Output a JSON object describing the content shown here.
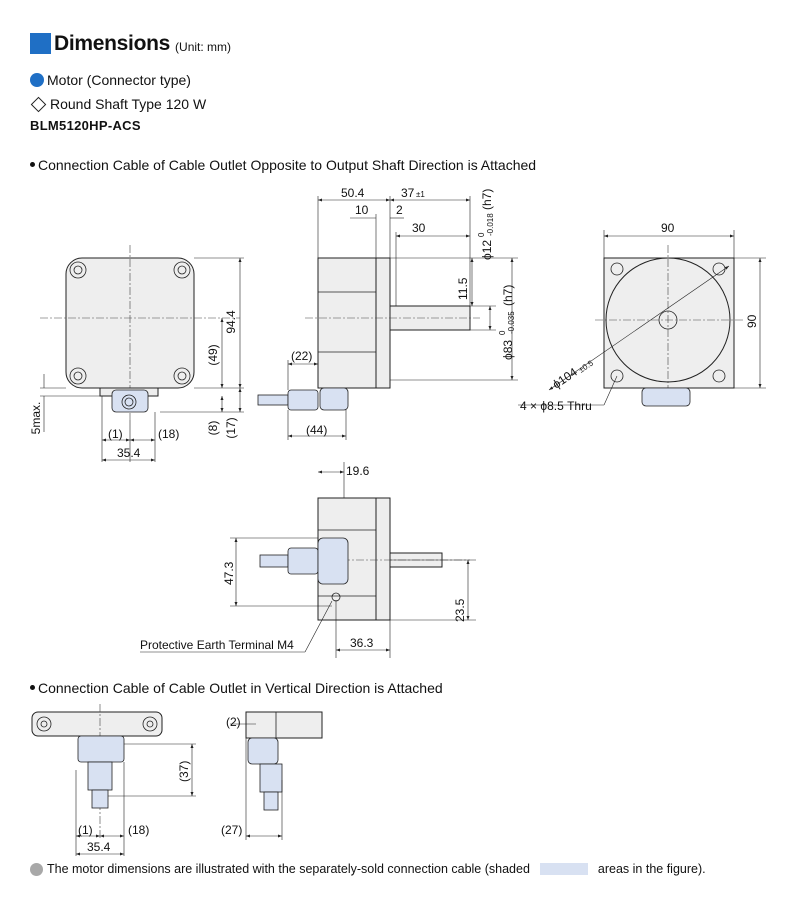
{
  "header": {
    "title": "Dimensions",
    "unit": "(Unit: mm)"
  },
  "motor": {
    "type_label": "Motor (Connector type)",
    "shaft_label": "Round Shaft Type 120 W",
    "model": "BLM5120HP-ACS"
  },
  "sections": {
    "opposite": "Connection Cable of Cable Outlet Opposite to Output Shaft Direction is Attached",
    "vertical": "Connection Cable of Cable Outlet in Vertical Direction is Attached"
  },
  "dims": {
    "front": {
      "d94_4": "94.4",
      "d49": "(49)",
      "d8": "(8)",
      "d17": "(17)",
      "max5": "5max.",
      "d1": "(1)",
      "d18": "(18)",
      "d35_4": "35.4"
    },
    "side": {
      "d50_4": "50.4",
      "d37": "37",
      "d37_tol": "±1",
      "d10": "10",
      "d2": "2",
      "d30": "30",
      "d22": "(22)",
      "d44": "(44)",
      "d11_5": "11.5",
      "phi12": "ϕ12",
      "phi12_tol": "-0.018",
      "phi12_h7": "(h7)",
      "phi83": "ϕ83",
      "phi83_tol": "-0.035",
      "phi83_h7": "(h7)",
      "tol_zero": "0"
    },
    "flange": {
      "d90_top": "90",
      "d90_right": "90",
      "phi104": "ϕ104",
      "phi104_tol": "±0.5",
      "holes": "4 × ϕ8.5 Thru"
    },
    "bottom": {
      "d19_6": "19.6",
      "d47_3": "47.3",
      "d23_5": "23.5",
      "d36_3": "36.3",
      "pe": "Protective Earth Terminal M4"
    },
    "vertical": {
      "d37": "(37)",
      "d1": "(1)",
      "d18": "(18)",
      "d35_4": "35.4",
      "d2": "(2)",
      "d27": "(27)"
    }
  },
  "note": {
    "before": "The motor dimensions are illustrated with the separately-sold connection cable (shaded",
    "after": "areas in the figure)."
  },
  "colors": {
    "accent": "#1f6fc5",
    "cable_shade": "#d8e1f2",
    "body_fill": "#eeeeee"
  }
}
